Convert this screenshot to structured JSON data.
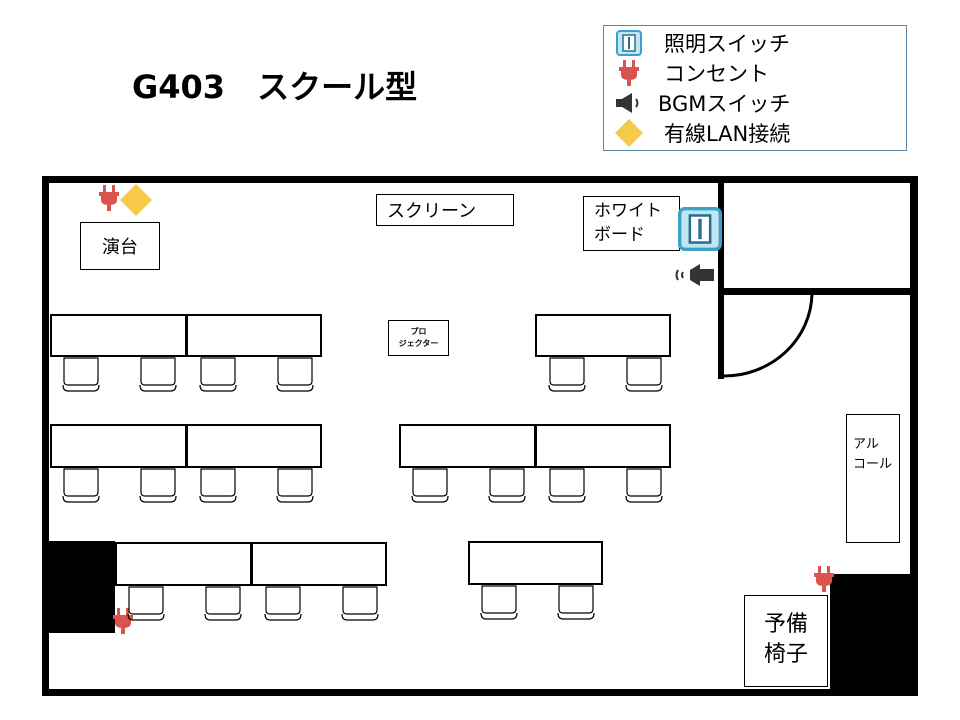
{
  "title": "G403　スクール型",
  "legend": {
    "items": [
      {
        "icon": "light-switch-icon",
        "label": "照明スイッチ"
      },
      {
        "icon": "power-outlet-icon",
        "label": "コンセント"
      },
      {
        "icon": "speaker-icon",
        "label": "BGMスイッチ"
      },
      {
        "icon": "lan-diamond-icon",
        "label": "有線LAN接続"
      }
    ]
  },
  "labels": {
    "podium": "演台",
    "screen": "スクリーン",
    "whiteboard_line1": "ホワイト",
    "whiteboard_line2": "ボード",
    "projector_line1": "プロ",
    "projector_line2": "ジェクター",
    "alcohol_line1": "アル",
    "alcohol_line2": "コール",
    "spare_chairs_line1": "予備",
    "spare_chairs_line2": "椅子"
  },
  "colors": {
    "outlet": "#d9534f",
    "lan": "#f7c948",
    "switch": "#3aa1c7",
    "speaker": "#333333",
    "legend_border": "#5b86a8"
  }
}
